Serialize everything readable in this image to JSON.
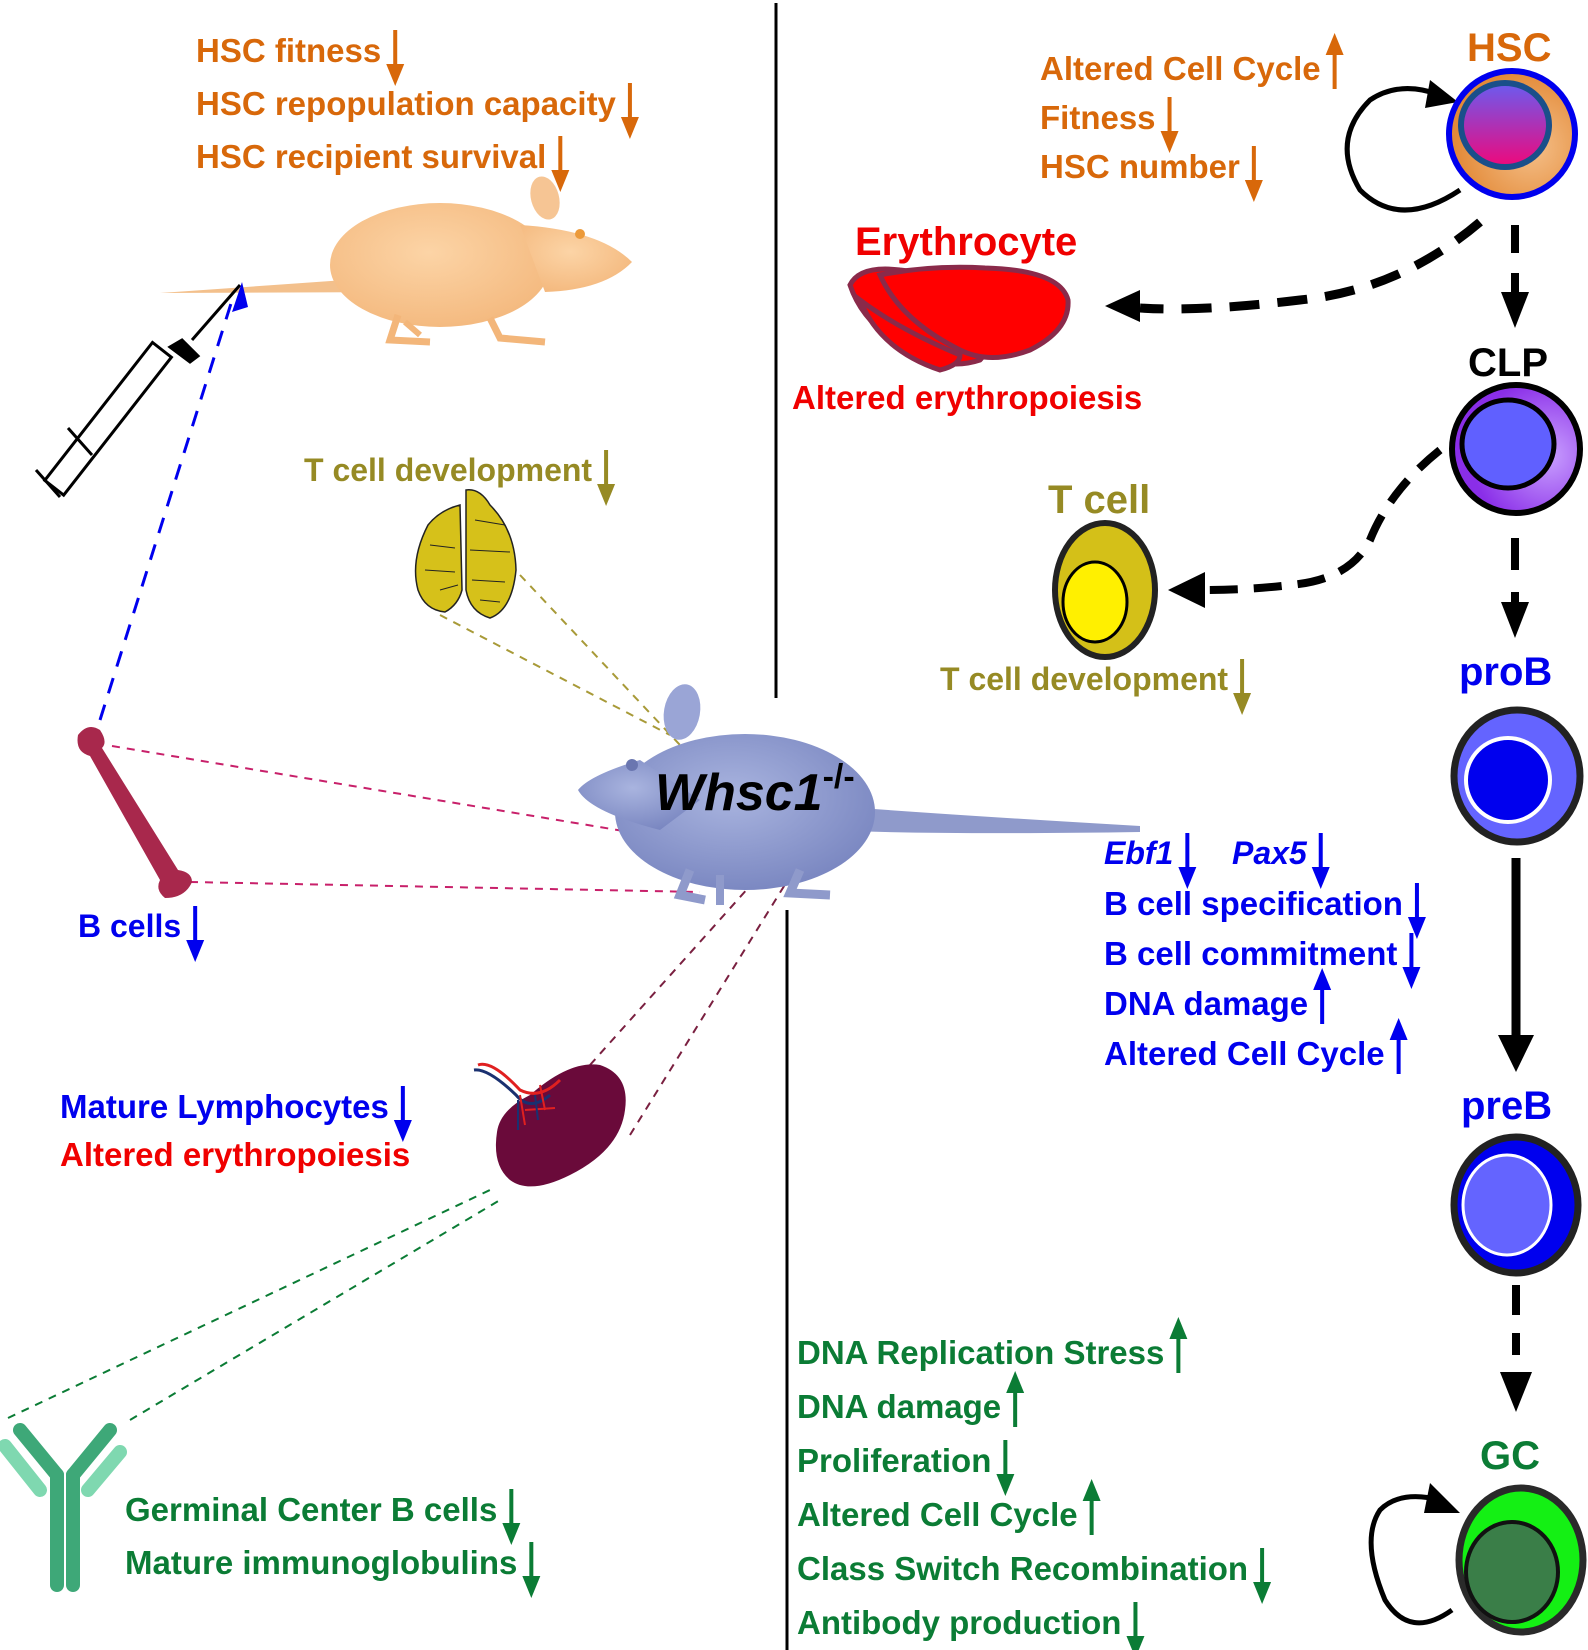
{
  "figure": {
    "colors": {
      "hsc_orange": "#d8680a",
      "erythro_red": "#f00000",
      "bcell_blue": "#0000ee",
      "tcell_olive": "#968a24",
      "gc_green": "#0b7c35",
      "arrow_black": "#000000"
    },
    "center_mouse": {
      "label_gene": "Whsc1",
      "label_genotype": "-/-",
      "icon": "mouse-knockout-icon"
    },
    "left_panel": {
      "transplant": {
        "icon_recipient": "recipient-mouse-icon",
        "icon_syringe": "syringe-icon",
        "items": [
          {
            "text": "HSC fitness",
            "trend": "down"
          },
          {
            "text": "HSC repopulation capacity",
            "trend": "down"
          },
          {
            "text": "HSC recipient survival",
            "trend": "down"
          }
        ]
      },
      "thymus": {
        "icon": "thymus-icon",
        "items": [
          {
            "text": "T cell development",
            "trend": "down"
          }
        ]
      },
      "bone": {
        "icon": "bone-icon",
        "items": [
          {
            "text": "B cells",
            "trend": "down"
          }
        ]
      },
      "spleen": {
        "icon": "spleen-icon",
        "items": [
          {
            "text": "Mature Lymphocytes",
            "trend": "down"
          },
          {
            "text": "Altered erythropoiesis",
            "trend": null
          }
        ]
      },
      "antibody": {
        "icon": "antibody-icon",
        "items": [
          {
            "text": "Germinal Center B cells",
            "trend": "down"
          },
          {
            "text": "Mature immunoglobulins",
            "trend": "down"
          }
        ]
      }
    },
    "right_panel": {
      "cells": {
        "hsc": "HSC",
        "erythrocyte": "Erythrocyte",
        "clp": "CLP",
        "tcell": "T cell",
        "prob": "proB",
        "preb": "preB",
        "gc": "GC"
      },
      "hsc_effects": [
        {
          "text": "Altered Cell Cycle",
          "trend": "up"
        },
        {
          "text": "Fitness",
          "trend": "down"
        },
        {
          "text": "HSC number",
          "trend": "down"
        }
      ],
      "erythrocyte_effect": "Altered erythropoiesis",
      "tcell_effect": {
        "text": "T cell development",
        "trend": "down"
      },
      "prob_genes": [
        {
          "text": "Ebf1",
          "trend": "down"
        },
        {
          "text": "Pax5",
          "trend": "down"
        }
      ],
      "prob_effects": [
        {
          "text": "B cell specification",
          "trend": "down"
        },
        {
          "text": "B cell commitment",
          "trend": "down"
        },
        {
          "text": "DNA damage",
          "trend": "up"
        },
        {
          "text": "Altered Cell Cycle",
          "trend": "up"
        }
      ],
      "gc_effects": [
        {
          "text": "DNA Replication Stress",
          "trend": "up"
        },
        {
          "text": "DNA damage",
          "trend": "up"
        },
        {
          "text": "Proliferation",
          "trend": "down"
        },
        {
          "text": "Altered Cell Cycle",
          "trend": "up"
        },
        {
          "text": "Class Switch Recombination",
          "trend": "down"
        },
        {
          "text": "Antibody production",
          "trend": "down"
        }
      ]
    }
  }
}
